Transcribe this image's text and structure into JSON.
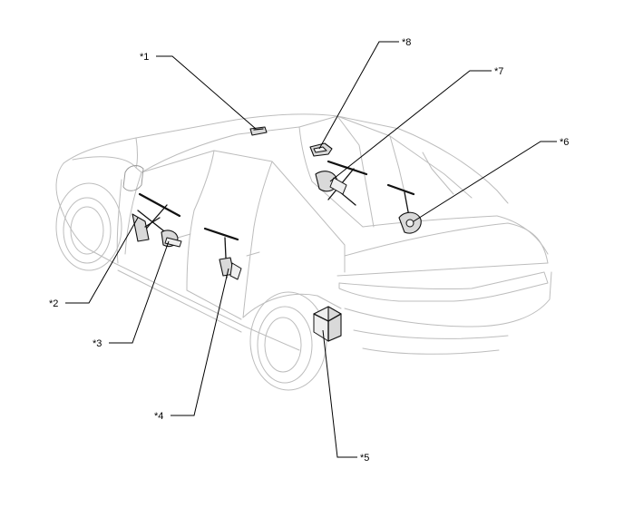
{
  "callouts": [
    {
      "id": "1",
      "text": "*1"
    },
    {
      "id": "2",
      "text": "*2"
    },
    {
      "id": "3",
      "text": "*3"
    },
    {
      "id": "4",
      "text": "*4"
    },
    {
      "id": "5",
      "text": "*5"
    },
    {
      "id": "6",
      "text": "*6"
    },
    {
      "id": "7",
      "text": "*7"
    },
    {
      "id": "8",
      "text": "*8"
    }
  ]
}
